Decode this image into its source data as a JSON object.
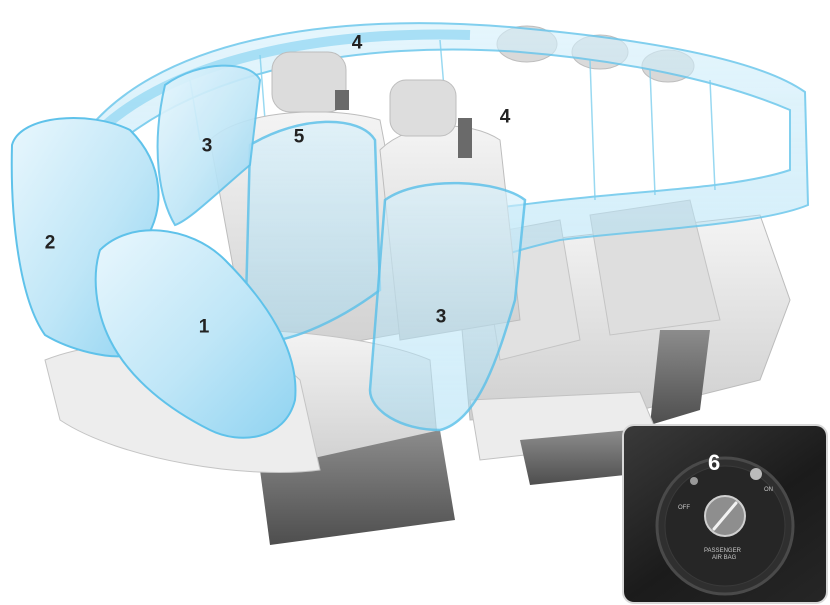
{
  "callouts": {
    "driver_front_airbag": "1",
    "passenger_front_airbag": "2",
    "front_side_airbag": "3",
    "rear_side_airbag": "3",
    "curtain_airbag_front": "4",
    "curtain_airbag_rear": "4",
    "knee_center_airbag": "5"
  },
  "inset": {
    "number": "6",
    "switch_off_label": "OFF",
    "switch_on_label": "ON",
    "switch_caption_line1": "PASSENGER",
    "switch_caption_line2": "AIR BAG"
  },
  "colors": {
    "airbag_fill": "#bfe6f7",
    "airbag_edge": "#5fc2ea",
    "seat": "#e6e6e6",
    "seat_shadow": "#9a9a9a",
    "inset_bg": "#2b2b2b"
  }
}
